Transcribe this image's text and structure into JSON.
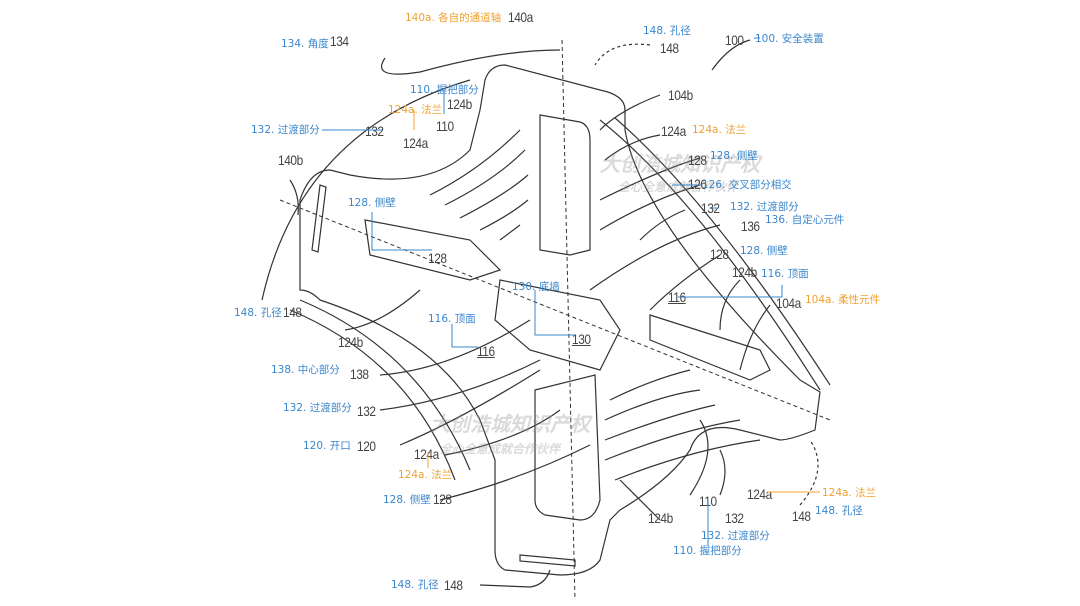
{
  "figure": {
    "title": "Safety device patent drawing with Chinese annotations",
    "watermark": {
      "line1": "大创浩城知识产权",
      "line2": "全心全意成就合作伙伴"
    },
    "reference_numbers": {
      "n134": "134",
      "n140a": "140a",
      "n148_top": "148",
      "n100": "100",
      "n104b": "104b",
      "n124b_tl": "124b",
      "n110_tl": "110",
      "n132_tl": "132",
      "n124a_tl": "124a",
      "n140b": "140b",
      "n124a_tr": "124a",
      "n128_tr": "128",
      "n126": "126",
      "n132_tr": "132",
      "n136": "136",
      "n128_l": "128",
      "n128_r": "128",
      "n124b_r": "124b",
      "n116_r": "116",
      "n104a": "104a",
      "n148_l": "148",
      "n130": "130",
      "n124b_l": "124b",
      "n116_c": "116",
      "n138": "138",
      "n132_bl": "132",
      "n120": "120",
      "n124a_bl": "124a",
      "n128_bl": "128",
      "n110_br": "110",
      "n132_br": "132",
      "n124b_br": "124b",
      "n124a_br": "124a",
      "n148_br": "148",
      "n148_b": "148"
    },
    "annotations": {
      "a140a": "140a. 各自的通道轴",
      "a134": "134. 角度",
      "a148_top": "148. 孔径",
      "a100": "100. 安全装置",
      "a110_tl": "110. 握把部分",
      "a124a_tl": "124a. 法兰",
      "a132_tl": "132. 过渡部分",
      "a124a_tr": "124a. 法兰",
      "a128_tr": "128. 侧壁",
      "a126": "126. 交叉部分相交",
      "a132_tr": "132. 过渡部分",
      "a136": "136. 自定心元件",
      "a128_l": "128. 侧壁",
      "a128_r": "128. 侧壁",
      "a116_r": "116. 顶面",
      "a104a": "104a. 柔性元件",
      "a148_l": "148. 孔径",
      "a130": "130. 底墙",
      "a116_c": "116. 顶面",
      "a138": "138. 中心部分",
      "a132_bl": "132. 过渡部分",
      "a120": "120. 开口",
      "a124a_bl": "124a. 法兰",
      "a128_bl": "128. 侧壁",
      "a124a_br": "124a. 法兰",
      "a148_br": "148. 孔径",
      "a132_br": "132. 过渡部分",
      "a110_br": "110. 握把部分",
      "a148_b": "148. 孔径"
    },
    "colors": {
      "annotation_blue": "#3a86cc",
      "annotation_orange": "#f0a030",
      "drawing_line": "#333333"
    }
  }
}
